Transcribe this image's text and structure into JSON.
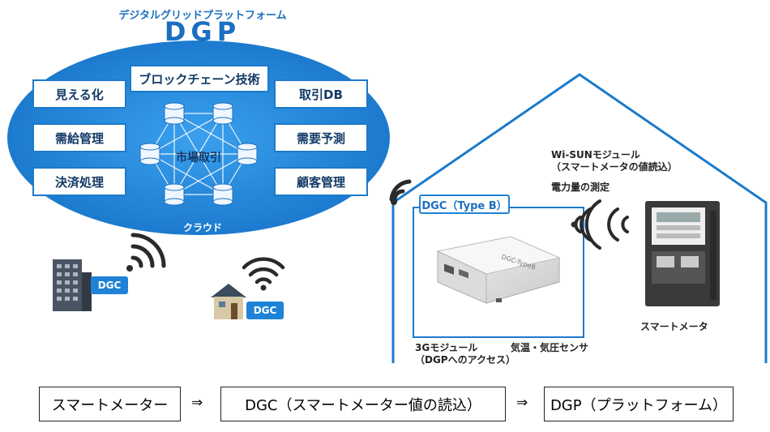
{
  "platform": {
    "subtitle": "デジタルグリッドプラットフォーム",
    "name": "DGP",
    "cloud_label": "クラウド",
    "center_label": "市場取引",
    "top_function": "ブロックチェーン技術",
    "left_functions": [
      "見える化",
      "需給管理",
      "決済処理"
    ],
    "right_functions": [
      "取引DB",
      "需要予測",
      "顧客管理"
    ]
  },
  "sites": {
    "building_dgc": "DGC",
    "house_dgc": "DGC"
  },
  "home": {
    "device_label": "DGC（Type B）",
    "device_model": "DGC-TypeB",
    "wisun_line1": "Wi-SUNモジュール",
    "wisun_line2": "（スマートメータの値読込）",
    "power_measure": "電力量の測定",
    "module_3g_line1": "3Gモジュール",
    "module_3g_line2": "（DGPへのアクセス）",
    "sensor": "気温・気圧センサ",
    "smart_meter": "スマートメータ"
  },
  "flow": {
    "step1": "スマートメーター",
    "step2": "DGC（スマートメーター値の読込）",
    "step3": "DGP（プラットフォーム）",
    "arrow": "⇒"
  },
  "colors": {
    "primary_blue": "#1b7acb",
    "ellipse_blue": "#2188dc",
    "dark_text": "#123a66"
  }
}
